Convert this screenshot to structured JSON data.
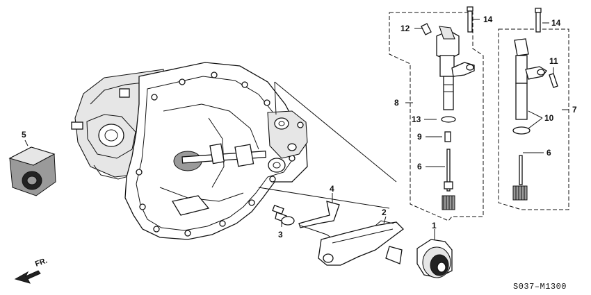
{
  "diagram": {
    "code": "S037–M1300",
    "direction_label": "FR.",
    "callouts": {
      "p1": "1",
      "p2": "2",
      "p3": "3",
      "p4": "4",
      "p5": "5",
      "p6a": "6",
      "p6b": "6",
      "p7": "7",
      "p8": "8",
      "p9": "9",
      "p10": "10",
      "p11": "11",
      "p12": "12",
      "p13": "13",
      "p14a": "14",
      "p14b": "14"
    }
  }
}
